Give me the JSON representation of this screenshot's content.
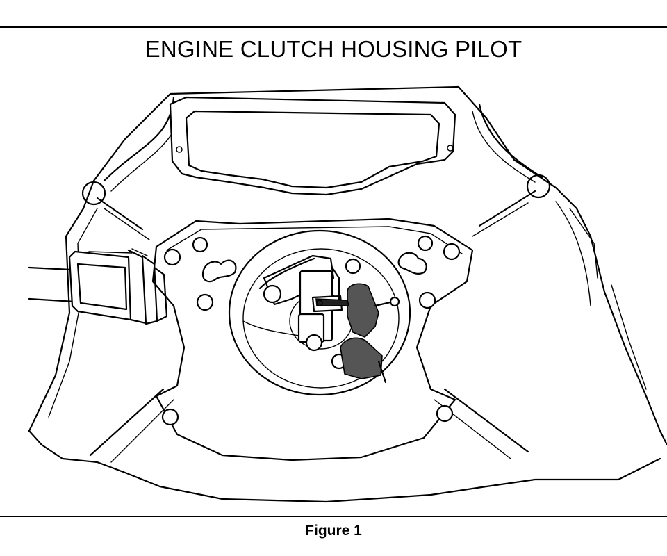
{
  "header": {
    "title": "ENGINE CLUTCH HOUSING PILOT"
  },
  "figure": {
    "caption": "Figure 1",
    "parts": [
      "bell-housing",
      "inspection-window",
      "pilot-bore",
      "dial-indicator",
      "magnetic-base",
      "mounting-holes",
      "clutch-fork-boot"
    ]
  },
  "colors": {
    "ink": "#000000",
    "paper": "#ffffff"
  }
}
